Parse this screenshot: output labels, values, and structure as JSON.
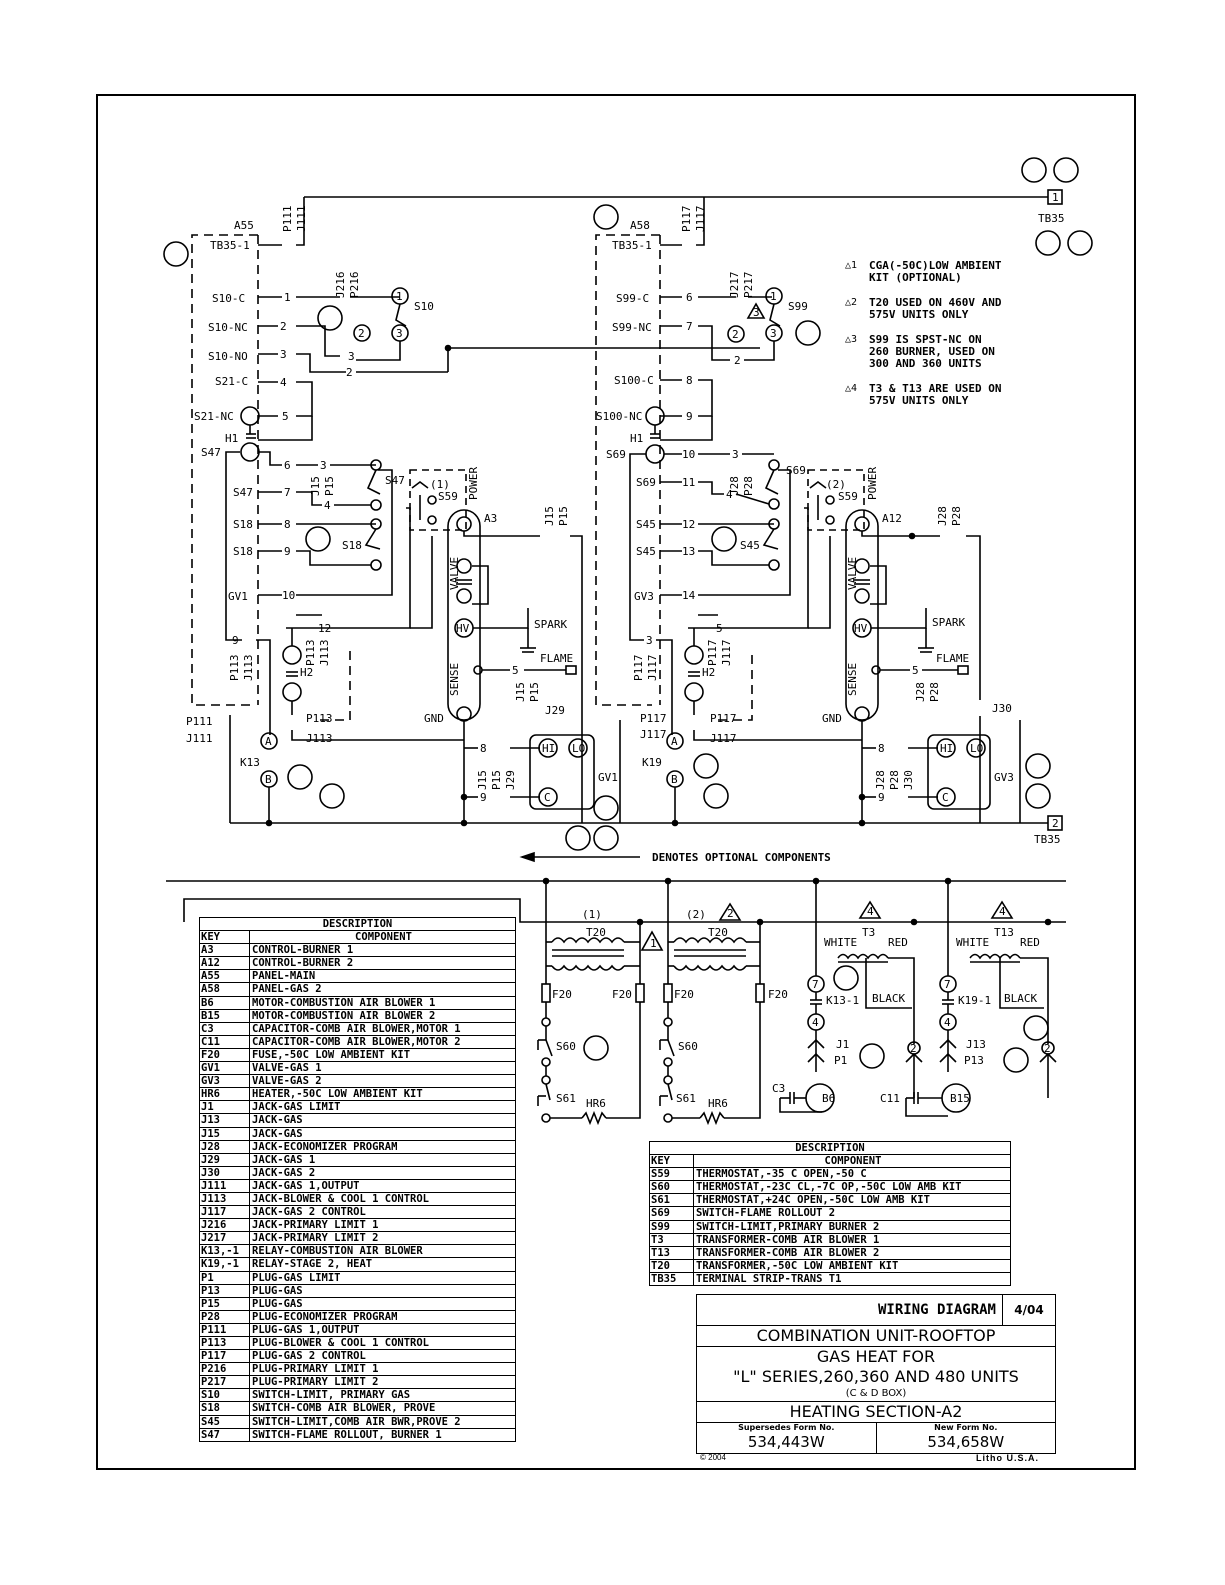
{
  "upper_labels": {
    "a55": "A55",
    "a58": "A58",
    "tb35_1a": "TB35-1",
    "tb35_1b": "TB35-1",
    "p111": "P111",
    "j111": "J111",
    "p117": "P117",
    "j117": "J117",
    "s10c": "S10-C",
    "s10nc": "S10-NC",
    "s10no": "S10-NO",
    "s21c": "S21-C",
    "s21nc": "S21-NC",
    "s99c": "S99-C",
    "s99nc": "S99-NC",
    "s100c": "S100-C",
    "s100nc": "S100-NC",
    "j216": "J216",
    "p216": "P216",
    "j217": "J217",
    "p217": "P217",
    "s10": "S10",
    "s99": "S99",
    "h1a": "H1",
    "h1b": "H1",
    "s47a": "S47",
    "s47b": "S47",
    "s47c": "S47",
    "s69a": "S69",
    "s69b": "S69",
    "s69c": "S69",
    "s18a": "S18",
    "s18b": "S18",
    "s18c": "S18",
    "s45a": "S45",
    "s45b": "S45",
    "s45c": "S45",
    "gv1a": "GV1",
    "gv3a": "GV3",
    "gv1b": "GV1",
    "gv3b": "GV3",
    "s59a": "S59",
    "s59b": "S59",
    "n1": "(1)",
    "n2": "(2)",
    "power1": "POWER",
    "power2": "POWER",
    "a3": "A3",
    "a12": "A12",
    "valve1": "VALVE",
    "valve2": "VALVE",
    "sense1": "SENSE",
    "sense2": "SENSE",
    "spark1": "SPARK",
    "spark2": "SPARK",
    "flame1": "FLAME",
    "flame2": "FLAME",
    "hv": "HV",
    "gnd1": "GND",
    "gnd2": "GND",
    "j15": "J15",
    "p15": "P15",
    "j28": "J28",
    "p28": "P28",
    "j29": "J29",
    "j30": "J30",
    "h2a": "H2",
    "h2b": "H2",
    "p113": "P113",
    "j113": "J113",
    "k13": "K13",
    "k19": "K19",
    "hi": "HI",
    "lo": "LO",
    "c": "C",
    "a": "A",
    "b": "B",
    "tb35": "TB35",
    "t1": "1",
    "t2": "2",
    "optional": "DENOTES OPTIONAL COMPONENTS"
  },
  "notes": [
    {
      "num": "1",
      "text": "CGA(-50C)LOW AMBIENT\nKIT (OPTIONAL)"
    },
    {
      "num": "2",
      "text": "T20 USED ON 460V AND\n575V UNITS ONLY"
    },
    {
      "num": "3",
      "text": "S99 IS SPST-NC ON\n260 BURNER, USED ON\n300 AND 360 UNITS"
    },
    {
      "num": "4",
      "text": "T3 & T13 ARE USED ON\n575V UNITS ONLY"
    }
  ],
  "lower_labels": {
    "n1": "(1)",
    "n2": "(2)",
    "t20a": "T20",
    "t20b": "T20",
    "f20a": "F20",
    "f20b": "F20",
    "f20c": "F20",
    "f20d": "F20",
    "s60a": "S60",
    "s60b": "S60",
    "s61a": "S61",
    "s61b": "S61",
    "hr6a": "HR6",
    "hr6b": "HR6",
    "t3": "T3",
    "t13": "T13",
    "white1": "WHITE",
    "white2": "WHITE",
    "red1": "RED",
    "red2": "RED",
    "black1": "BLACK",
    "black2": "BLACK",
    "k13_1": "K13-1",
    "k19_1": "K19-1",
    "j1": "J1",
    "p1": "P1",
    "j13": "J13",
    "p13": "P13",
    "c3": "C3",
    "c11": "C11",
    "b6": "B6",
    "b15": "B15"
  },
  "table_main": {
    "title": "DESCRIPTION",
    "col_key": "KEY",
    "col_comp": "COMPONENT",
    "rows": [
      [
        "A3",
        "CONTROL-BURNER 1"
      ],
      [
        "A12",
        "CONTROL-BURNER 2"
      ],
      [
        "A55",
        "PANEL-MAIN"
      ],
      [
        "A58",
        "PANEL-GAS 2"
      ],
      [
        "B6",
        "MOTOR-COMBUSTION AIR BLOWER 1"
      ],
      [
        "B15",
        "MOTOR-COMBUSTION AIR BLOWER 2"
      ],
      [
        "C3",
        "CAPACITOR-COMB AIR BLOWER,MOTOR 1"
      ],
      [
        "C11",
        "CAPACITOR-COMB AIR BLOWER,MOTOR 2"
      ],
      [
        "F20",
        "FUSE,-50C LOW AMBIENT KIT"
      ],
      [
        "GV1",
        "VALVE-GAS 1"
      ],
      [
        "GV3",
        "VALVE-GAS 2"
      ],
      [
        "HR6",
        "HEATER,-50C LOW AMBIENT KIT"
      ],
      [
        "J1",
        "JACK-GAS LIMIT"
      ],
      [
        "J13",
        "JACK-GAS"
      ],
      [
        "J15",
        "JACK-GAS"
      ],
      [
        "J28",
        "JACK-ECONOMIZER PROGRAM"
      ],
      [
        "J29",
        "JACK-GAS 1"
      ],
      [
        "J30",
        "JACK-GAS 2"
      ],
      [
        "J111",
        "JACK-GAS 1,OUTPUT"
      ],
      [
        "J113",
        "JACK-BLOWER & COOL 1 CONTROL"
      ],
      [
        "J117",
        "JACK-GAS 2 CONTROL"
      ],
      [
        "J216",
        "JACK-PRIMARY LIMIT 1"
      ],
      [
        "J217",
        "JACK-PRIMARY LIMIT 2"
      ],
      [
        "K13,-1",
        "RELAY-COMBUSTION AIR BLOWER"
      ],
      [
        "K19,-1",
        "RELAY-STAGE 2, HEAT"
      ],
      [
        "P1",
        "PLUG-GAS LIMIT"
      ],
      [
        "P13",
        "PLUG-GAS"
      ],
      [
        "P15",
        "PLUG-GAS"
      ],
      [
        "P28",
        "PLUG-ECONOMIZER PROGRAM"
      ],
      [
        "P111",
        "PLUG-GAS 1,OUTPUT"
      ],
      [
        "P113",
        "PLUG-BLOWER & COOL 1 CONTROL"
      ],
      [
        "P117",
        "PLUG-GAS 2 CONTROL"
      ],
      [
        "P216",
        "PLUG-PRIMARY LIMIT 1"
      ],
      [
        "P217",
        "PLUG-PRIMARY LIMIT 2"
      ],
      [
        "S10",
        "SWITCH-LIMIT, PRIMARY GAS"
      ],
      [
        "S18",
        "SWITCH-COMB AIR BLOWER, PROVE"
      ],
      [
        "S45",
        "SWITCH-LIMIT,COMB AIR BWR,PROVE 2"
      ],
      [
        "S47",
        "SWITCH-FLAME ROLLOUT, BURNER 1"
      ]
    ]
  },
  "table_small": {
    "title": "DESCRIPTION",
    "col_key": "KEY",
    "col_comp": "COMPONENT",
    "rows": [
      [
        "S59",
        "THERMOSTAT,-35 C OPEN,-50 C"
      ],
      [
        "S60",
        "THERMOSTAT,-23C CL,-7C OP,-50C LOW AMB KIT"
      ],
      [
        "S61",
        "THERMOSTAT,+24C OPEN,-50C LOW AMB KIT"
      ],
      [
        "S69",
        "SWITCH-FLAME ROLLOUT 2"
      ],
      [
        "S99",
        "SWITCH-LIMIT,PRIMARY BURNER 2"
      ],
      [
        "T3",
        "TRANSFORMER-COMB AIR BLOWER 1"
      ],
      [
        "T13",
        "TRANSFORMER-COMB AIR BLOWER 2"
      ],
      [
        "T20",
        "TRANSFORMER,-50C LOW AMBIENT KIT"
      ],
      [
        "TB35",
        "TERMINAL STRIP-TRANS T1"
      ]
    ]
  },
  "title_block": {
    "heading": "WIRING DIAGRAM",
    "date": "4/04",
    "line1": "COMBINATION UNIT-ROOFTOP",
    "line2": "GAS HEAT FOR",
    "line3": "\"L\" SERIES,260,360 AND 480 UNITS",
    "line4": "(C & D BOX)",
    "line5": "HEATING SECTION-A2",
    "supersedes_label": "Supersedes Form No.",
    "supersedes_value": "534,443W",
    "new_label": "New Form No.",
    "new_value": "534,658W",
    "copyright": "© 2004",
    "litho": "Litho U.S.A."
  }
}
